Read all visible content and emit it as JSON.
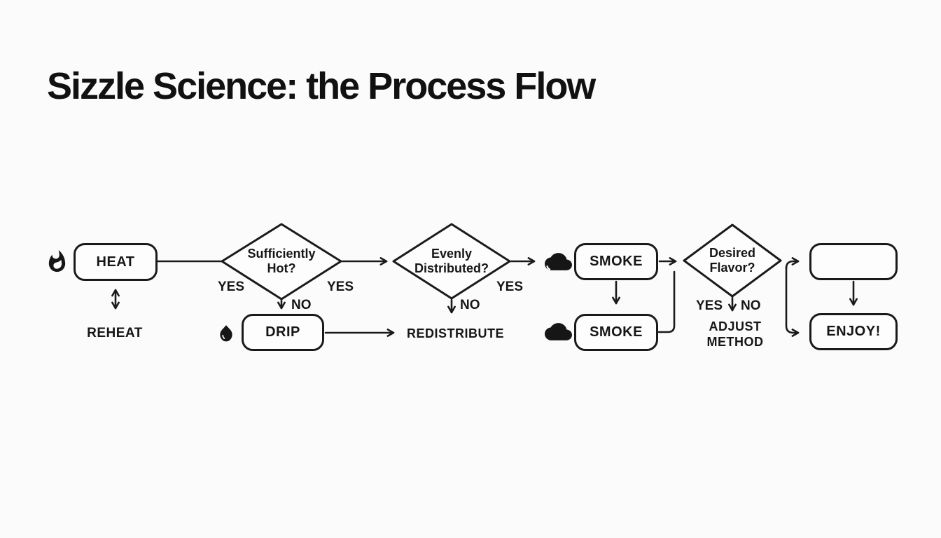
{
  "title": "Sizzle Science: the Process Flow",
  "colors": {
    "ink": "#1a1a1a",
    "background": "#fbfbfb"
  },
  "icons": {
    "heat": "flame-icon",
    "drip": "droplet-icon",
    "smoke_top": "cloud-icon",
    "smoke_bottom": "cloud-icon"
  },
  "nodes": {
    "heat": {
      "label": "HEAT"
    },
    "drip": {
      "label": "DRIP"
    },
    "smoke_top": {
      "label": "SMOKE"
    },
    "smoke_bottom": {
      "label": "SMOKE"
    },
    "result": {
      "label": ""
    },
    "enjoy": {
      "label": "ENJOY!"
    }
  },
  "decisions": {
    "hot": {
      "line1": "Sufficiently",
      "line2": "Hot?"
    },
    "distributed": {
      "line1": "Evenly",
      "line2": "Distributed?"
    },
    "flavor": {
      "line1": "Desired",
      "line2": "Flavor?"
    }
  },
  "branches": {
    "hot_yes_left": "YES",
    "hot_yes_right": "YES",
    "hot_no": "NO",
    "distributed_yes": "YES",
    "distributed_no": "NO",
    "flavor_yes": "YES",
    "flavor_no": "NO"
  },
  "annotations": {
    "reheat": "REHEAT",
    "redistribute": "REDISTRIBUTE",
    "adjust_line1": "ADJUST",
    "adjust_line2": "METHOD"
  }
}
